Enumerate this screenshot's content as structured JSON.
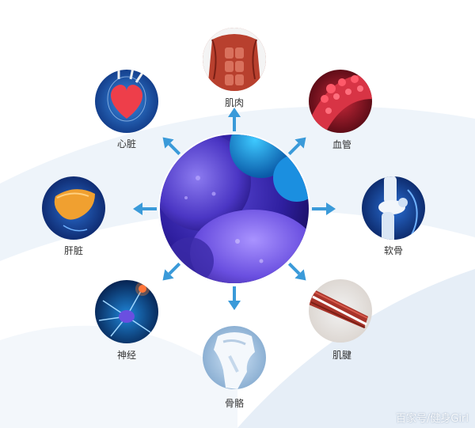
{
  "center": {
    "name": "cell-cluster",
    "icon": "cells-icon"
  },
  "nodes": [
    {
      "id": "muscle",
      "label": "肌肉",
      "icon": "muscle-icon"
    },
    {
      "id": "vessel",
      "label": "血管",
      "icon": "blood-vessel-icon"
    },
    {
      "id": "cartilage",
      "label": "软骨",
      "icon": "knee-joint-icon"
    },
    {
      "id": "tendon",
      "label": "肌腱",
      "icon": "tendon-icon"
    },
    {
      "id": "bone",
      "label": "骨骼",
      "icon": "bone-icon"
    },
    {
      "id": "nerve",
      "label": "神经",
      "icon": "neuron-icon"
    },
    {
      "id": "liver",
      "label": "肝脏",
      "icon": "liver-icon"
    },
    {
      "id": "heart",
      "label": "心脏",
      "icon": "heart-icon"
    }
  ],
  "arrow_color": "#3a9ad9",
  "watermark": "百家号/健身Girl"
}
